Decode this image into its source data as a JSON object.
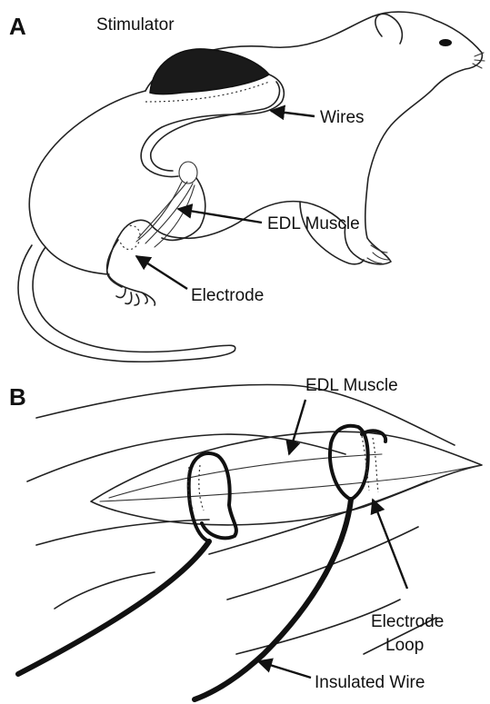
{
  "panels": {
    "a": {
      "letter": "A",
      "labels": {
        "stimulator": "Stimulator",
        "wires": "Wires",
        "edl_muscle": "EDL Muscle",
        "electrode": "Electrode"
      }
    },
    "b": {
      "letter": "B",
      "labels": {
        "edl_muscle": "EDL Muscle",
        "electrode_loop_line1": "Electrode",
        "electrode_loop_line2": "Loop",
        "insulated_wire": "Insulated Wire"
      }
    }
  },
  "colors": {
    "ink": "#111111",
    "stimulator_fill": "#1a1a1a",
    "background": "#ffffff"
  }
}
